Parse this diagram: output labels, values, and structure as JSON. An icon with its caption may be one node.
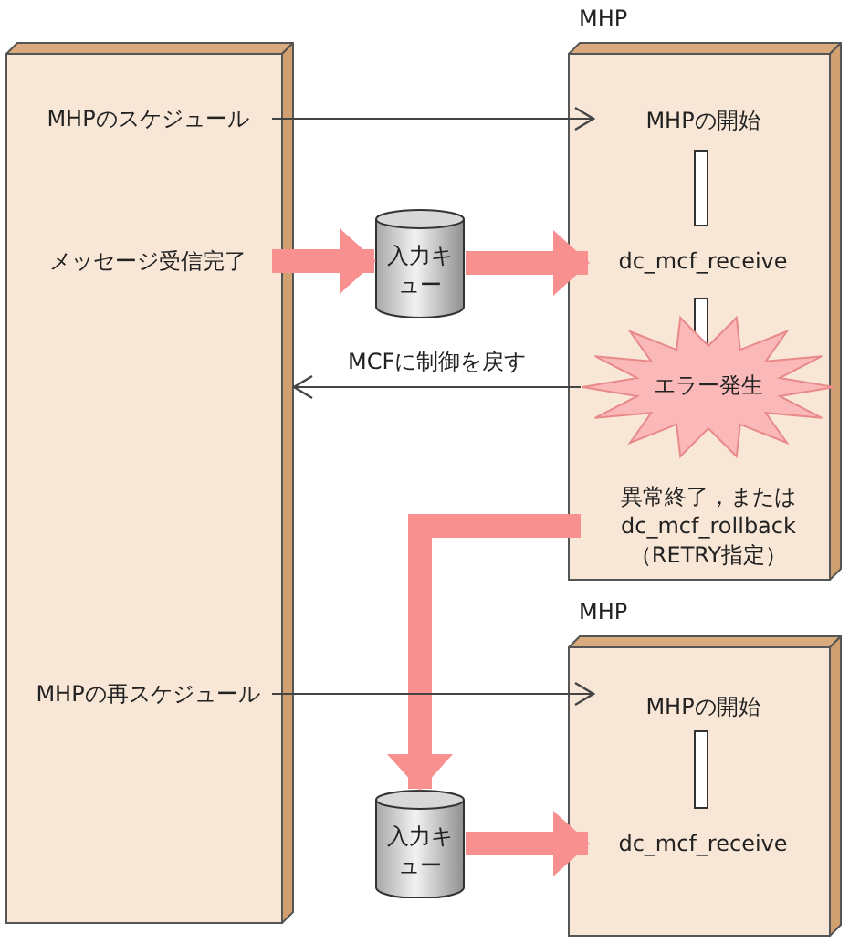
{
  "diagram": {
    "nodes": [
      {
        "text": [],
        "shape": "box"
      },
      {
        "text": [
          "MHPのスケジュール"
        ],
        "in": 0
      },
      {
        "text": [
          "メッセージ受信完了"
        ],
        "in": 0
      },
      {
        "text": [
          "MHPの再スケジュール"
        ],
        "in": 0
      },
      {
        "text": [
          "MHP"
        ]
      },
      {
        "text": [
          "MHPの開始"
        ],
        "in": 4
      },
      {
        "text": [
          "dc_mcf_receive"
        ],
        "in": 4
      },
      {
        "text": [
          "エラー発生"
        ],
        "in": 4
      },
      {
        "text": [
          "異常終了，またはdc_mcf_rollback（RETRY指定）"
        ],
        "in": 4
      },
      {
        "text": [
          "入力キュー"
        ]
      },
      {
        "text": [
          "MHP"
        ]
      },
      {
        "text": [
          "MHPの開始"
        ],
        "in": 10
      },
      {
        "text": [
          "dc_mcf_receive"
        ],
        "in": 10
      },
      {
        "text": [
          "入力キュー"
        ]
      }
    ],
    "edges": [
      {
        "from": 1,
        "to": 5,
        "arrow": "to",
        "color": "#444444"
      },
      {
        "from": 2,
        "to": 9,
        "arrow": "to"
      },
      {
        "from": 9,
        "to": 6,
        "arrow": "to"
      },
      {
        "from": 7,
        "to": 0,
        "arrow": "to",
        "label": "MCFに制御を戻す",
        "color": "#444444"
      },
      {
        "from": 8,
        "to": 13,
        "arrow": "to"
      },
      {
        "from": 3,
        "to": 11,
        "arrow": "to",
        "color": "#444444"
      },
      {
        "from": 13,
        "to": 12,
        "arrow": "to"
      }
    ]
  }
}
